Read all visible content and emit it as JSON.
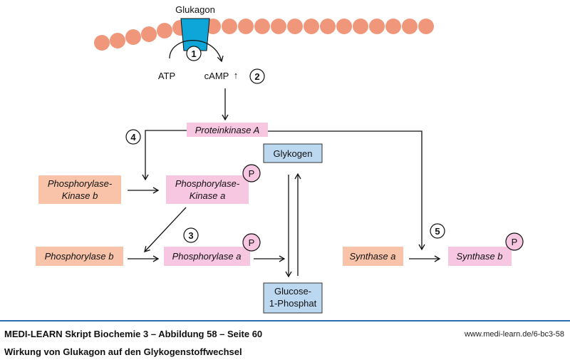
{
  "diagram": {
    "hormone": "Glukagon",
    "atp": "ATP",
    "camp": "cAMP",
    "camp_arrow": "↑",
    "steps": [
      "1",
      "2",
      "3",
      "4",
      "5"
    ],
    "phospho_marker": "P",
    "nodes": {
      "pka": "Proteinkinase A",
      "glykogen": "Glykogen",
      "g1p_line1": "Glucose-",
      "g1p_line2": "1-Phosphat",
      "pk_b_line1": "Phosphorylase-",
      "pk_b_line2": "Kinase b",
      "pk_a_line1": "Phosphorylase-",
      "pk_a_line2": "Kinase a",
      "phos_b": "Phosphorylase b",
      "phos_a": "Phosphorylase a",
      "synth_a": "Synthase a",
      "synth_b": "Synthase b"
    },
    "colors": {
      "membrane": "#f0967a",
      "receptor": "#0ea5d9",
      "active_enzyme": "#f7c6e0",
      "inactive_enzyme": "#f8c3a8",
      "metabolite": "#bcd7f0",
      "accent_line": "#2b6cb0"
    }
  },
  "footer": {
    "title": "MEDI-LEARN Skript Biochemie 3 – Abbildung 58 – Seite 60",
    "url": "www.medi-learn.de/6-bc3-58",
    "subtitle": "Wirkung von Glukagon auf den Glykogenstoffwechsel"
  }
}
